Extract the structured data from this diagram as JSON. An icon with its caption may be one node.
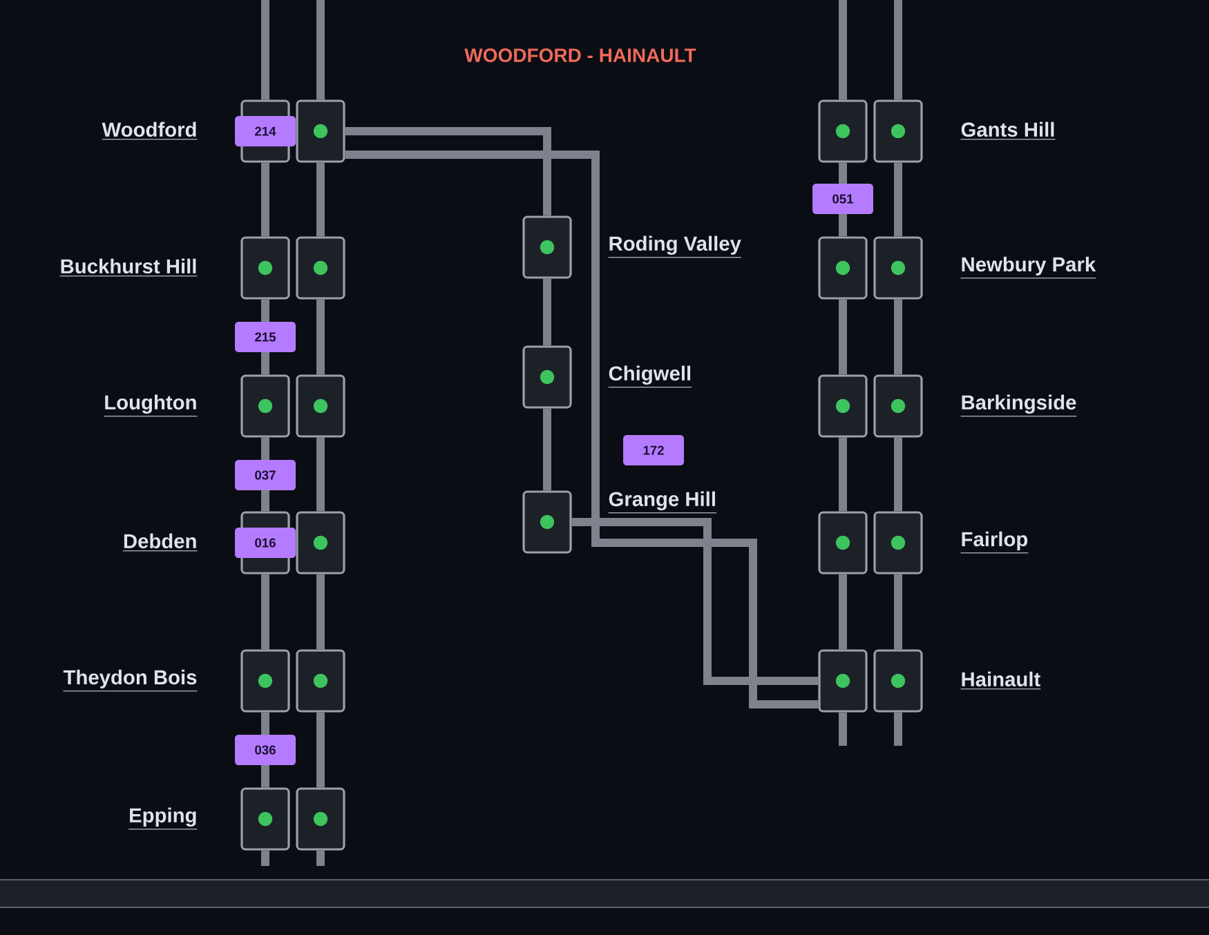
{
  "diagram": {
    "title": "WOODFORD - HAINAULT",
    "nodes": [
      {
        "text": [],
        "shape": "box",
        "beside": [
          "Woodford"
        ]
      },
      {
        "text": [],
        "shape": "box"
      },
      {
        "text": [],
        "shape": "box",
        "beside": [
          "Buckhurst Hill"
        ]
      },
      {
        "text": [],
        "shape": "box"
      },
      {
        "text": [],
        "shape": "box",
        "beside": [
          "Loughton"
        ]
      },
      {
        "text": [],
        "shape": "box"
      },
      {
        "text": [],
        "shape": "box",
        "beside": [
          "Debden"
        ]
      },
      {
        "text": [],
        "shape": "box"
      },
      {
        "text": [],
        "shape": "box",
        "beside": [
          "Theydon Bois"
        ]
      },
      {
        "text": [],
        "shape": "box"
      },
      {
        "text": [],
        "shape": "box",
        "beside": [
          "Epping"
        ]
      },
      {
        "text": [],
        "shape": "box"
      },
      {
        "text": [],
        "shape": "box",
        "beside": [
          "Roding Valley"
        ]
      },
      {
        "text": [],
        "shape": "box",
        "beside": [
          "Chigwell"
        ]
      },
      {
        "text": [],
        "shape": "box",
        "beside": [
          "Grange Hill"
        ]
      },
      {
        "text": [],
        "shape": "box"
      },
      {
        "text": [],
        "shape": "box",
        "beside": [
          "Gants Hill"
        ]
      },
      {
        "text": [],
        "shape": "box"
      },
      {
        "text": [],
        "shape": "box",
        "beside": [
          "Newbury Park"
        ]
      },
      {
        "text": [],
        "shape": "box"
      },
      {
        "text": [],
        "shape": "box",
        "beside": [
          "Barkingside"
        ]
      },
      {
        "text": [],
        "shape": "box"
      },
      {
        "text": [],
        "shape": "box",
        "beside": [
          "Fairlop"
        ]
      },
      {
        "text": [],
        "shape": "box"
      },
      {
        "text": [],
        "shape": "box",
        "beside": [
          "Hainault"
        ]
      }
    ],
    "edges": [
      {
        "from": null,
        "to": 0,
        "arrow": "none"
      },
      {
        "from": 0,
        "to": 2,
        "arrow": "none"
      },
      {
        "from": 2,
        "to": 4,
        "arrow": "none"
      },
      {
        "from": 4,
        "to": 6,
        "arrow": "none"
      },
      {
        "from": 6,
        "to": 8,
        "arrow": "none"
      },
      {
        "from": 8,
        "to": 10,
        "arrow": "none"
      },
      {
        "from": 10,
        "to": null,
        "arrow": "none"
      },
      {
        "from": null,
        "to": 1,
        "arrow": "none"
      },
      {
        "from": 1,
        "to": 3,
        "arrow": "none"
      },
      {
        "from": 3,
        "to": 5,
        "arrow": "none"
      },
      {
        "from": 5,
        "to": 7,
        "arrow": "none"
      },
      {
        "from": 7,
        "to": 9,
        "arrow": "none"
      },
      {
        "from": 9,
        "to": 11,
        "arrow": "none"
      },
      {
        "from": 11,
        "to": null,
        "arrow": "none"
      },
      {
        "from": 1,
        "to": 12,
        "arrow": "none"
      },
      {
        "from": 12,
        "to": 13,
        "arrow": "none"
      },
      {
        "from": 13,
        "to": 14,
        "arrow": "none"
      },
      {
        "from": 14,
        "to": 23,
        "arrow": "none"
      },
      {
        "from": 1,
        "to": 23,
        "arrow": "none"
      },
      {
        "from": null,
        "to": 15,
        "arrow": "none"
      },
      {
        "from": 15,
        "to": 17,
        "arrow": "none"
      },
      {
        "from": 17,
        "to": 19,
        "arrow": "none"
      },
      {
        "from": 19,
        "to": 21,
        "arrow": "none"
      },
      {
        "from": 21,
        "to": 23,
        "arrow": "none"
      },
      {
        "from": 23,
        "to": null,
        "arrow": "none"
      },
      {
        "from": null,
        "to": 16,
        "arrow": "none"
      },
      {
        "from": 16,
        "to": 18,
        "arrow": "none"
      },
      {
        "from": 18,
        "to": 20,
        "arrow": "none"
      },
      {
        "from": 20,
        "to": 22,
        "arrow": "none"
      },
      {
        "from": 22,
        "to": 24,
        "arrow": "none"
      },
      {
        "from": 24,
        "to": null,
        "arrow": "none"
      }
    ],
    "labels": [
      "214",
      "051",
      "215",
      "172",
      "037",
      "016",
      "036"
    ]
  }
}
